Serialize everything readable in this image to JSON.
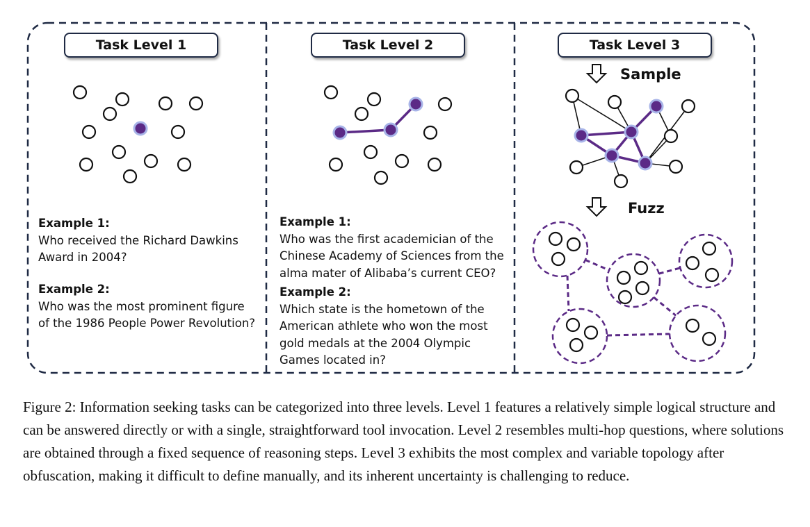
{
  "figure": {
    "levels": [
      {
        "title": "Task Level 1",
        "examples": [
          {
            "heading": "Example 1:",
            "lines": [
              "Who received the Richard Dawkins",
              "Award in 2004?"
            ]
          },
          {
            "heading": "Example 2:",
            "lines": [
              "Who was the most prominent figure",
              "of the 1986 People Power Revolution?"
            ]
          }
        ]
      },
      {
        "title": "Task Level 2",
        "examples": [
          {
            "heading": "Example 1:",
            "lines": [
              "Who was the first academician of the",
              "Chinese Academy of Sciences from the",
              "alma mater of Alibaba’s current CEO?"
            ]
          },
          {
            "heading": "Example 2:",
            "lines": [
              "Which state is the hometown of the",
              "American athlete who won the most",
              "gold medals at the 2004 Olympic",
              "Games located in?"
            ]
          }
        ]
      },
      {
        "title": "Task Level 3",
        "steps": [
          "Sample",
          "Fuzz"
        ]
      }
    ],
    "colors": {
      "highlight": "#5b2a86",
      "highlight_ring": "#a8b4e8",
      "border": "#1f2a44"
    }
  },
  "caption": "Figure 2: Information seeking tasks can be categorized into three levels. Level 1 features a relatively simple logical structure and can be answered directly or with a single, straightforward tool invocation. Level 2 resembles multi-hop questions, where solutions are obtained through a fixed sequence of reasoning steps. Level 3 exhibits the most complex and variable topology after obfuscation, making it difficult to define manually, and its inherent uncertainty is challenging to reduce."
}
